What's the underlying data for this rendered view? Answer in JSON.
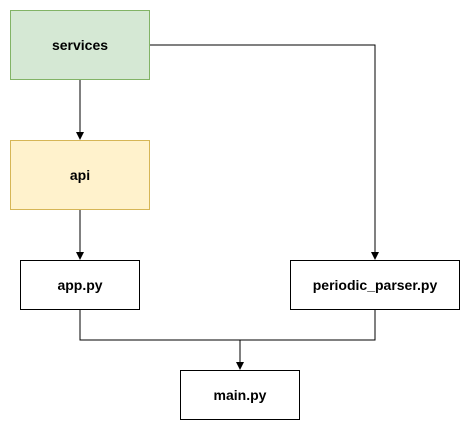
{
  "diagram": {
    "nodes": [
      {
        "id": "services",
        "label": "services",
        "fill": "#d5e8d4",
        "stroke": "#82b366"
      },
      {
        "id": "api",
        "label": "api",
        "fill": "#fff2cc",
        "stroke": "#d6b656"
      },
      {
        "id": "app",
        "label": "app.py",
        "fill": "#ffffff",
        "stroke": "#000000"
      },
      {
        "id": "periodic_parser",
        "label": "periodic_parser.py",
        "fill": "#ffffff",
        "stroke": "#000000"
      },
      {
        "id": "main",
        "label": "main.py",
        "fill": "#ffffff",
        "stroke": "#000000"
      }
    ],
    "edges": [
      {
        "from": "services",
        "to": "api"
      },
      {
        "from": "services",
        "to": "periodic_parser"
      },
      {
        "from": "api",
        "to": "app"
      },
      {
        "from": "app",
        "to": "main"
      },
      {
        "from": "periodic_parser",
        "to": "main"
      }
    ],
    "edge_color": "#000000"
  }
}
